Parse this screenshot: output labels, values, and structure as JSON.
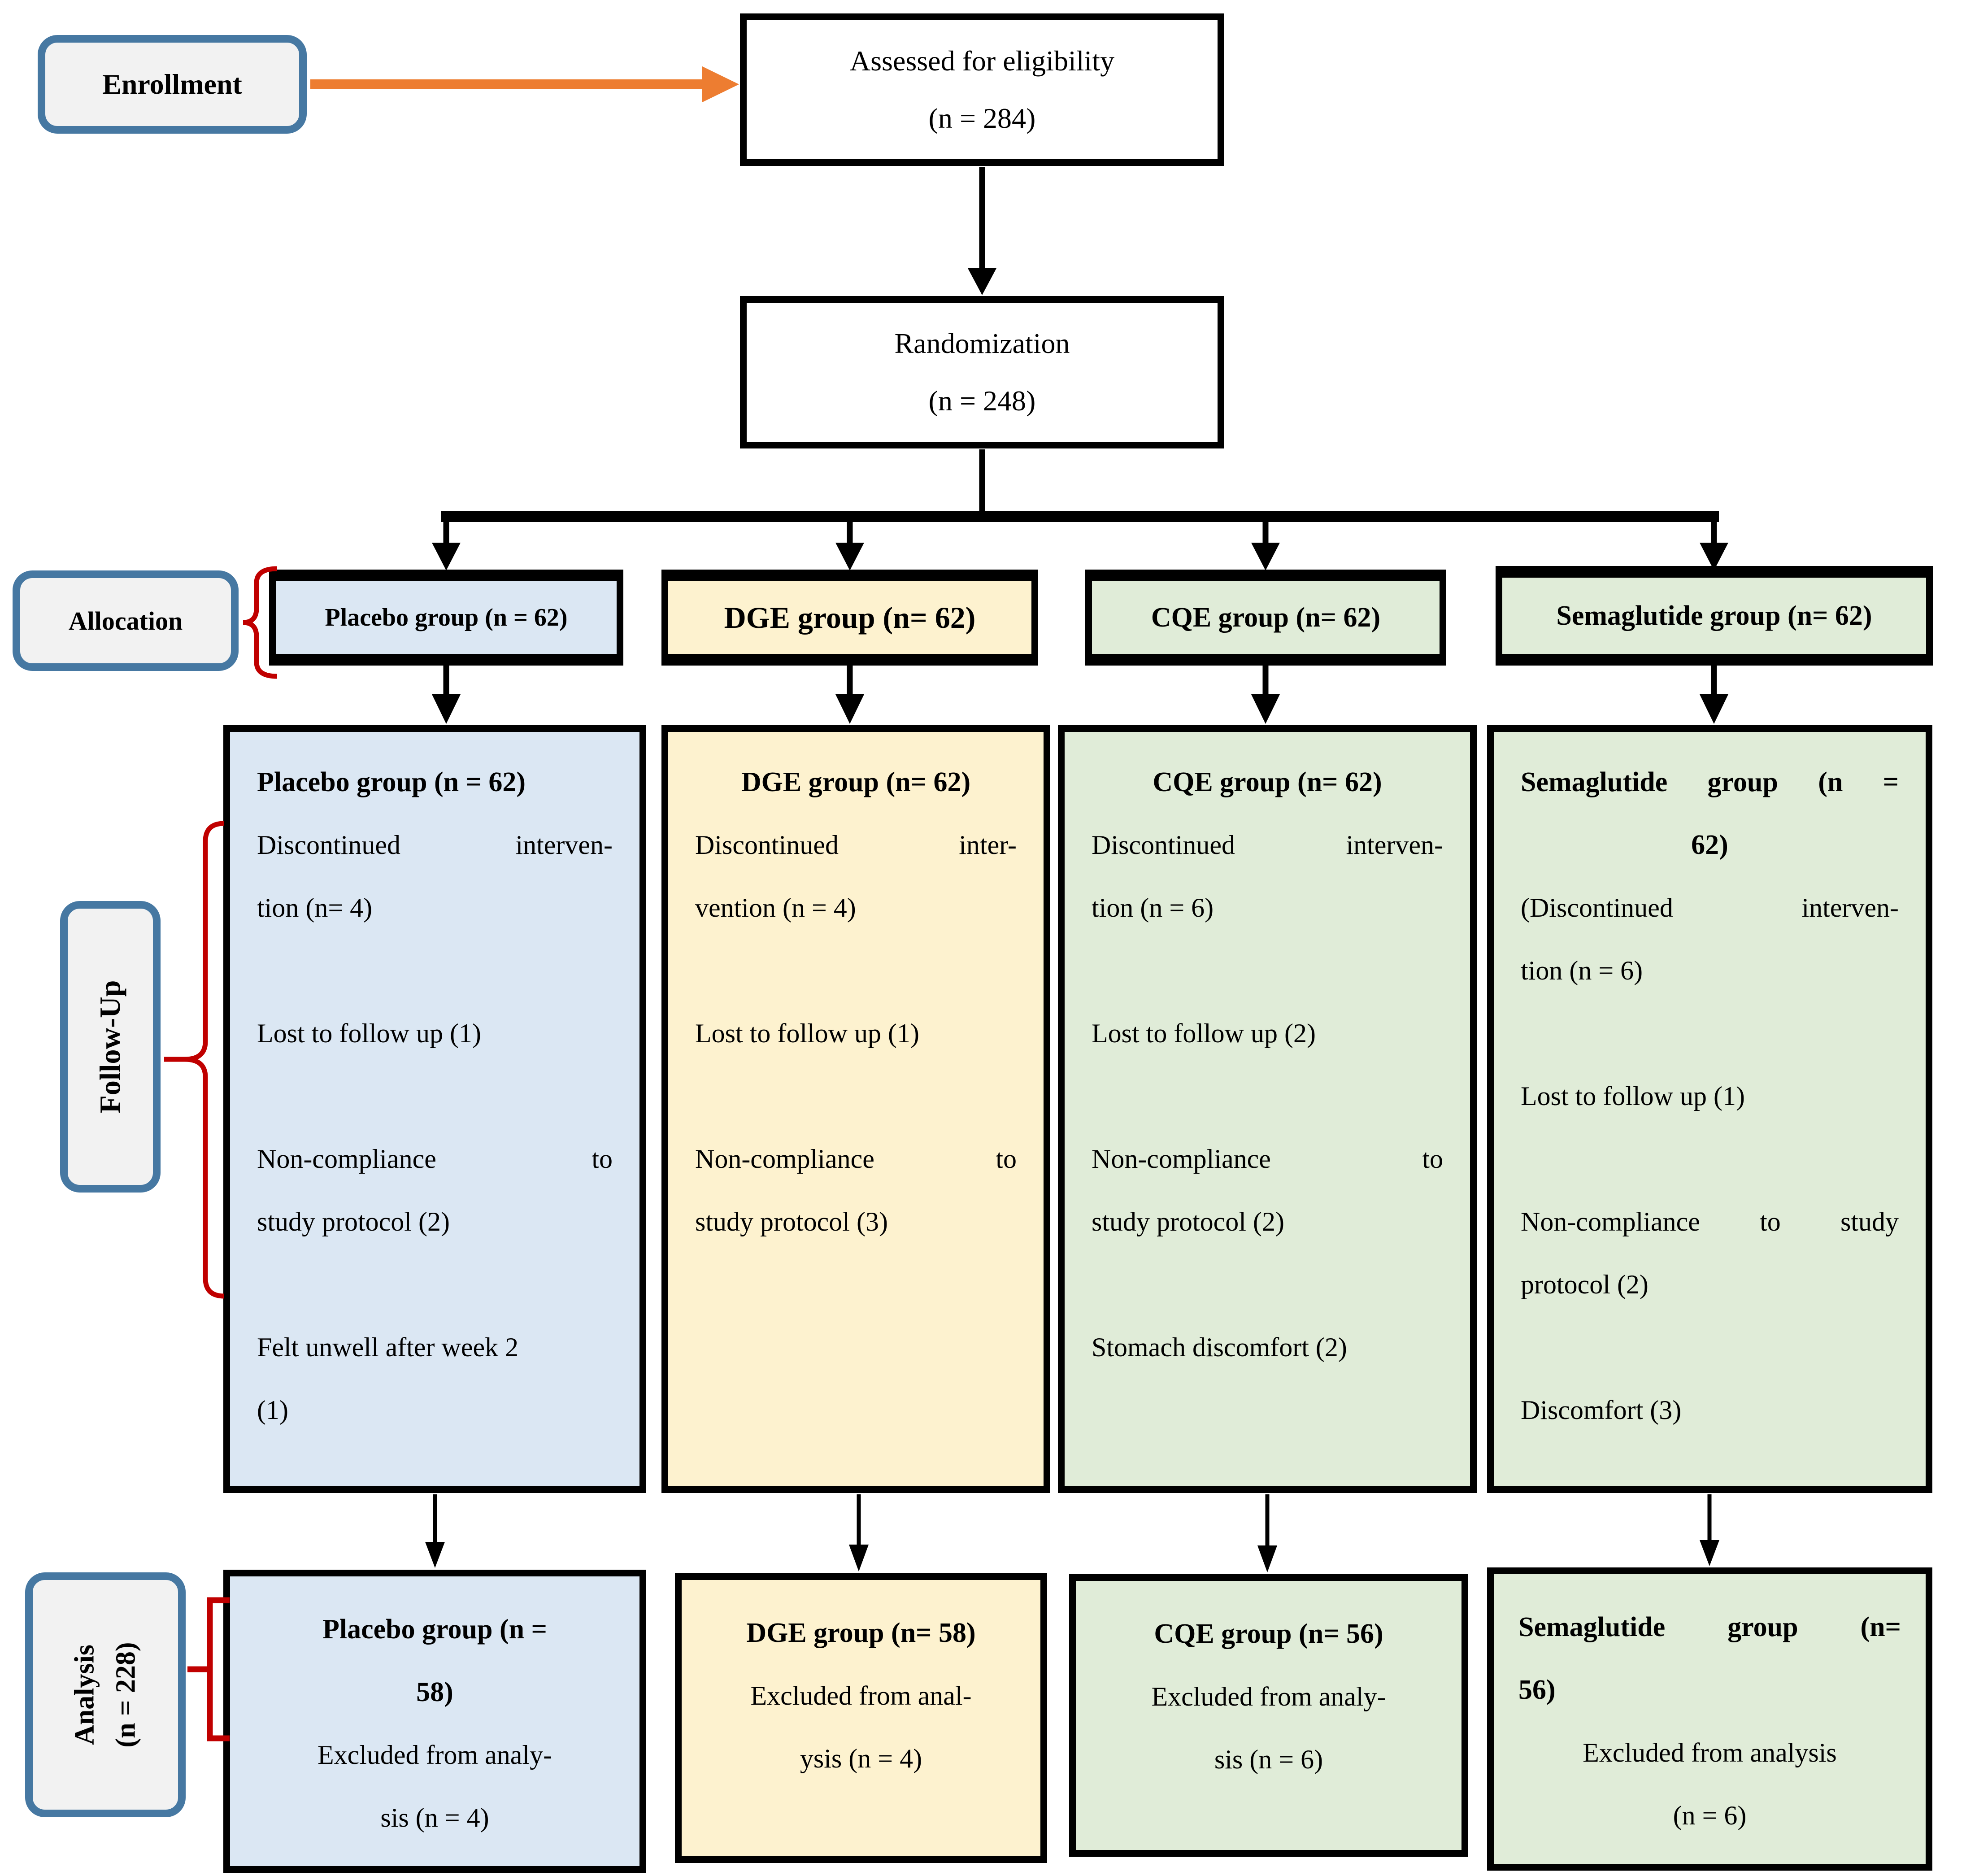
{
  "palette": {
    "blue_fill": "#dbe7f3",
    "yellow_fill": "#fdf2cf",
    "green_fill": "#e0ecd8",
    "label_fill": "#f2f2f2",
    "label_border": "#4678a2",
    "arrow_orange": "#ED7D31",
    "brace_red": "#C00000",
    "line_black": "#000000"
  },
  "stage_labels": {
    "enrollment": "Enrollment",
    "allocation": "Allocation",
    "followup": "Follow-Up",
    "analysis_line1": "Analysis",
    "analysis_line2": "(n = 228)"
  },
  "eligibility_box": {
    "line1": "Assessed for eligibility",
    "line2": "(n = 284)"
  },
  "randomization_box": {
    "line1": "Randomization",
    "line2": "(n = 248)"
  },
  "allocation_boxes": [
    {
      "group": "placebo",
      "label": "Placebo group (n = 62)"
    },
    {
      "group": "dge",
      "label": "DGE group (n= 62)"
    },
    {
      "group": "cqe",
      "label": "CQE group (n= 62)"
    },
    {
      "group": "semaglutide",
      "label": "Semaglutide group (n= 62)"
    }
  ],
  "followup_boxes": [
    {
      "group": "placebo",
      "lines": [
        {
          "text": "Placebo group (n = 62)",
          "bold": true
        },
        {
          "text": "Discontinued interven-",
          "justify": true
        },
        {
          "text": "tion (n= 4)"
        },
        {
          "gap": true
        },
        {
          "text": "Lost to follow up (1)"
        },
        {
          "gap": true
        },
        {
          "text": "Non-compliance to",
          "justify": true
        },
        {
          "text": "study protocol (2)"
        },
        {
          "gap": true
        },
        {
          "text": "Felt unwell after week 2"
        },
        {
          "text": "(1)"
        }
      ]
    },
    {
      "group": "dge",
      "lines": [
        {
          "text": "DGE group (n= 62)",
          "bold": true,
          "center": true
        },
        {
          "text": "Discontinued inter-",
          "justify": true
        },
        {
          "text": "vention (n = 4)"
        },
        {
          "gap": true
        },
        {
          "text": "Lost to follow up (1)"
        },
        {
          "gap": true
        },
        {
          "text": "Non-compliance to",
          "justify": true
        },
        {
          "text": "study protocol (3)"
        }
      ]
    },
    {
      "group": "cqe",
      "lines": [
        {
          "text": "CQE group (n= 62)",
          "bold": true,
          "center": true
        },
        {
          "text": "Discontinued interven-",
          "justify": true
        },
        {
          "text": "tion (n = 6)"
        },
        {
          "gap": true
        },
        {
          "text": "Lost to follow up (2)"
        },
        {
          "gap": true
        },
        {
          "text": "Non-compliance to",
          "justify": true
        },
        {
          "text": "study protocol (2)"
        },
        {
          "gap": true
        },
        {
          "text": "Stomach discomfort (2)"
        }
      ]
    },
    {
      "group": "semaglutide",
      "lines": [
        {
          "text": "Semaglutide group (n =",
          "bold": true,
          "justify": true
        },
        {
          "text": "62)",
          "bold": true,
          "center": true
        },
        {
          "text": "(Discontinued interven-",
          "justify": true
        },
        {
          "text": "tion (n = 6)"
        },
        {
          "gap": true
        },
        {
          "text": "Lost to follow up (1)"
        },
        {
          "gap": true
        },
        {
          "text": "Non-compliance to study",
          "justify": true
        },
        {
          "text": "protocol (2)"
        },
        {
          "gap": true
        },
        {
          "text": "Discomfort (3)"
        }
      ]
    }
  ],
  "analysis_boxes": [
    {
      "group": "placebo",
      "lines": [
        {
          "text": "Placebo group (n =",
          "bold": true,
          "center": true
        },
        {
          "text": "58)",
          "bold": true,
          "center": true
        },
        {
          "text": "Excluded from analy-",
          "center": true
        },
        {
          "text": "sis (n = 4)",
          "center": true
        }
      ]
    },
    {
      "group": "dge",
      "lines": [
        {
          "text": "DGE group (n= 58)",
          "bold": true,
          "center": true
        },
        {
          "text": "Excluded from anal-",
          "center": true
        },
        {
          "text": "ysis (n = 4)",
          "center": true
        }
      ]
    },
    {
      "group": "cqe",
      "lines": [
        {
          "text": "CQE group (n= 56)",
          "bold": true,
          "center": true
        },
        {
          "text": "Excluded from analy-",
          "center": true
        },
        {
          "text": "sis (n = 6)",
          "center": true
        }
      ]
    },
    {
      "group": "semaglutide",
      "lines": [
        {
          "text": "Semaglutide group (n=",
          "bold": true,
          "justify": true
        },
        {
          "text": "56)",
          "bold": true
        },
        {
          "text": "Excluded from analysis",
          "center": true
        },
        {
          "text": "(n = 6)",
          "center": true
        }
      ]
    }
  ]
}
